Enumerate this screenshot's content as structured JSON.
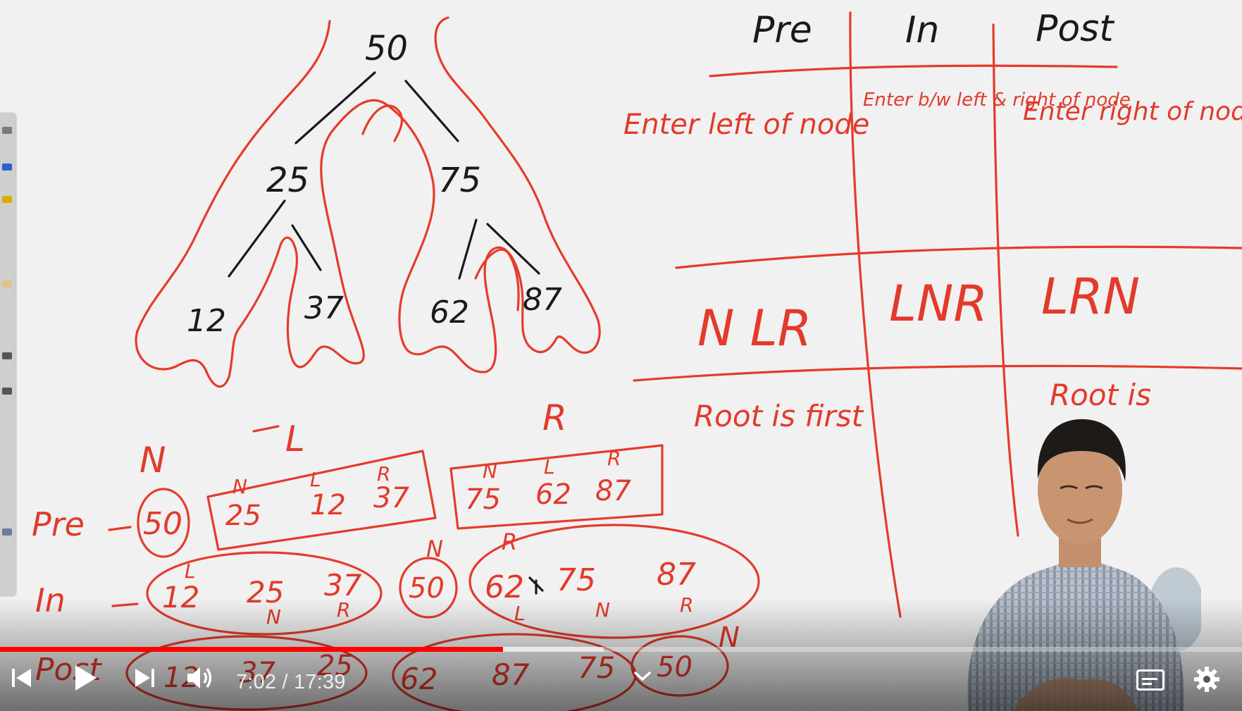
{
  "player": {
    "current_time": "7:02",
    "separator": " / ",
    "duration": "17:39",
    "progress_fraction": 0.4051,
    "buffered_fraction": 0.486,
    "accent_color": "#ff0000"
  },
  "controls": {
    "icons": [
      "previous-icon",
      "play-icon",
      "next-icon",
      "volume-icon",
      "chevron-down-icon",
      "subtitles-icon",
      "settings-icon"
    ]
  },
  "whiteboard": {
    "tree": {
      "root": "50",
      "level1": [
        "25",
        "75"
      ],
      "level2": [
        "12",
        "37",
        "62",
        "87"
      ]
    },
    "table": {
      "headers": [
        "Pre",
        "In",
        "Post"
      ],
      "descriptions": [
        "Enter left of node",
        "Enter b/w left & right of node",
        "Enter right of node"
      ],
      "orders": [
        "N LR",
        "LNR",
        "LRN"
      ],
      "notes": [
        "Root is first",
        "",
        "Root is"
      ]
    },
    "traversals": {
      "markers_top": [
        "N",
        "L",
        "R"
      ],
      "pre": {
        "label": "Pre",
        "root": "50",
        "left_group": [
          "25",
          "12",
          "37"
        ],
        "left_marks": [
          "N",
          "L",
          "R"
        ],
        "right_group": [
          "75",
          "62",
          "87"
        ],
        "right_marks": [
          "N",
          "L",
          "R"
        ]
      },
      "in": {
        "label": "In",
        "left_group": [
          "12",
          "25",
          "37"
        ],
        "left_marks": [
          "L",
          "N",
          "R"
        ],
        "root": "50",
        "root_mark": "N",
        "right_group": [
          "62",
          "75",
          "87"
        ],
        "right_marks": [
          "L",
          "N",
          "R"
        ],
        "right_top_mark": "R"
      },
      "post": {
        "label": "Post",
        "left_group": [
          "12",
          "37",
          "25"
        ],
        "right_group": [
          "62",
          "87",
          "75"
        ],
        "root": "50",
        "root_mark": "N"
      }
    }
  }
}
